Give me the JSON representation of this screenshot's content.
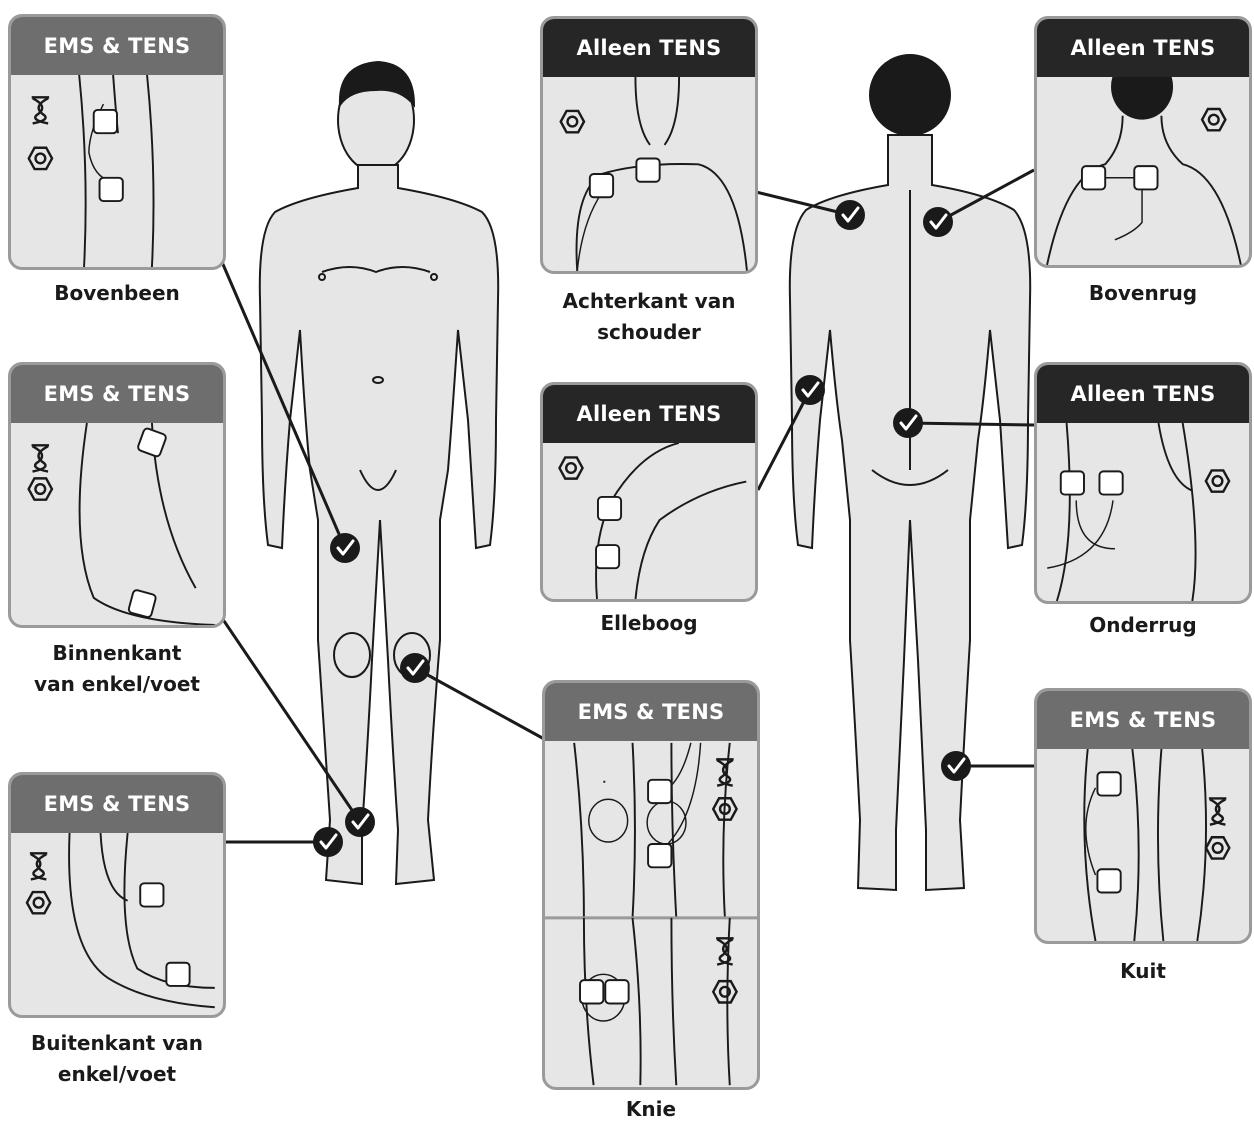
{
  "labels": {
    "ems_tens": "EMS & TENS",
    "tens_only": "Alleen TENS"
  },
  "captions": {
    "bovenbeen": "Bovenbeen",
    "binnenkant_l1": "Binnenkant",
    "binnenkant_l2": "van enkel/voet",
    "buitenkant_l1": "Buitenkant van",
    "buitenkant_l2": "enkel/voet",
    "achterkant_l1": "Achterkant van",
    "achterkant_l2": "schouder",
    "elleboog": "Elleboog",
    "knie": "Knie",
    "bovenrug": "Bovenrug",
    "onderrug": "Onderrug",
    "kuit": "Kuit"
  },
  "icons": [
    "ems-mode-icon",
    "tens-mode-icon",
    "checkmark-marker-icon"
  ],
  "colors": {
    "ems_header": "#6e6e6e",
    "tens_header": "#262626",
    "panel_bg": "#e6e6e6",
    "marker": "#1a1a1a"
  }
}
